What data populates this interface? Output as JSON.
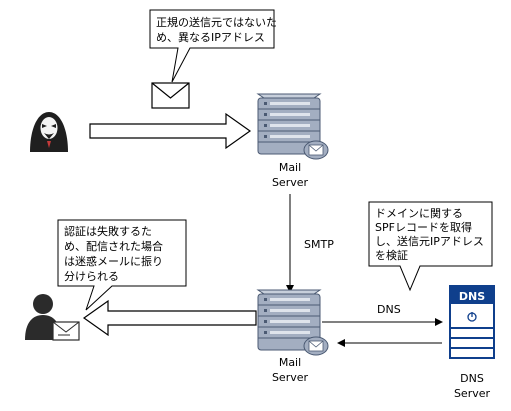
{
  "callouts": {
    "spoof": [
      "正規の送信元ではないた",
      "め、異なるIPアドレス"
    ],
    "spf": [
      "ドメインに関する",
      "SPFレコードを取得",
      "し、送信元IPアドレス",
      "を検証"
    ],
    "fail": [
      "認証は失敗するた",
      "め、配信された場合",
      "は迷惑メールに振り",
      "分けられる"
    ]
  },
  "servers": {
    "top": [
      "Mail",
      "Server"
    ],
    "bottom": [
      "Mail",
      "Server"
    ],
    "dns": [
      "DNS",
      "Server"
    ],
    "dns_badge": "DNS"
  },
  "edges": {
    "smtp": "SMTP",
    "dns": "DNS"
  },
  "colors": {
    "server_fill": "#a3aec1",
    "server_dark": "#4b5a73",
    "dns_blue": "#0f3f8c",
    "hacker": "#1f1f1f",
    "user": "#2b2b2b"
  },
  "icons": [
    "hacker-icon",
    "envelope-icon",
    "mail-server-icon",
    "dns-server-icon",
    "user-icon"
  ]
}
